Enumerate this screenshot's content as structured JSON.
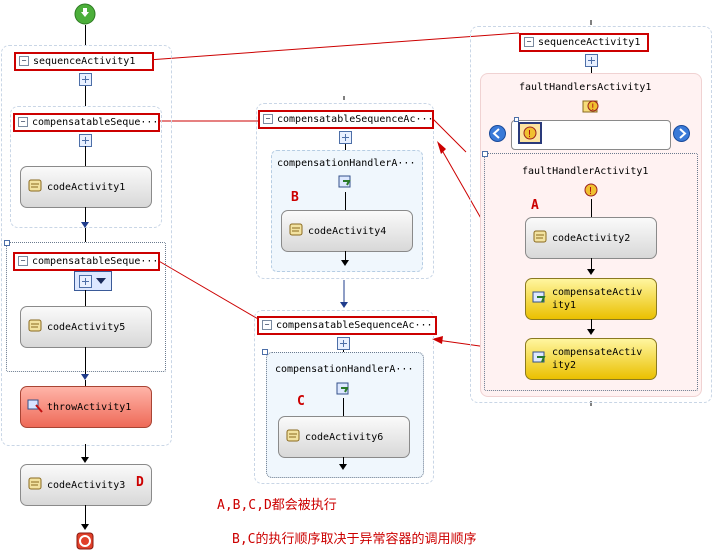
{
  "workflow": {
    "start_icon": "start-arrow-icon",
    "end_icon": "stop-icon",
    "left_sequence_label": "sequenceActivity1",
    "comp_seq_1_label": "compensatableSeque···",
    "code_activity_1": "codeActivity1",
    "comp_seq_2_label": "compensatableSeque···",
    "code_activity_5": "codeActivity5",
    "throw_activity_1": "throwActivity1",
    "code_activity_3": "codeActivity3"
  },
  "middle_top": {
    "header": "compensatableSequenceAc···",
    "handler": "compensationHandlerA···",
    "code_activity": "codeActivity4"
  },
  "middle_bottom": {
    "header": "compensatableSequenceAc···",
    "handler": "compensationHandlerA···",
    "code_activity": "codeActivity6"
  },
  "right": {
    "sequence_label": "sequenceActivity1",
    "fault_handlers_label": "faultHandlersActivity1",
    "fault_handler_label": "faultHandlerActivity1",
    "code_activity_2": "codeActivity2",
    "compensate_1": "compensateActiv\nity1",
    "compensate_2": "compensateActiv\nity2"
  },
  "annotations": {
    "a": "A",
    "b": "B",
    "c": "C",
    "d": "D",
    "note_1": "A,B,C,D都会被执行",
    "note_2": "B,C的执行顺序取决于异常容器的调用顺序"
  },
  "colors": {
    "annotation_red": "#cc0000",
    "activity_gray": "#d8d8d8",
    "compensate_yellow": "#eac000",
    "throw_red": "#ee6a58",
    "fault_pink": "#fff2f2",
    "handler_blue": "#f0f7fd"
  }
}
